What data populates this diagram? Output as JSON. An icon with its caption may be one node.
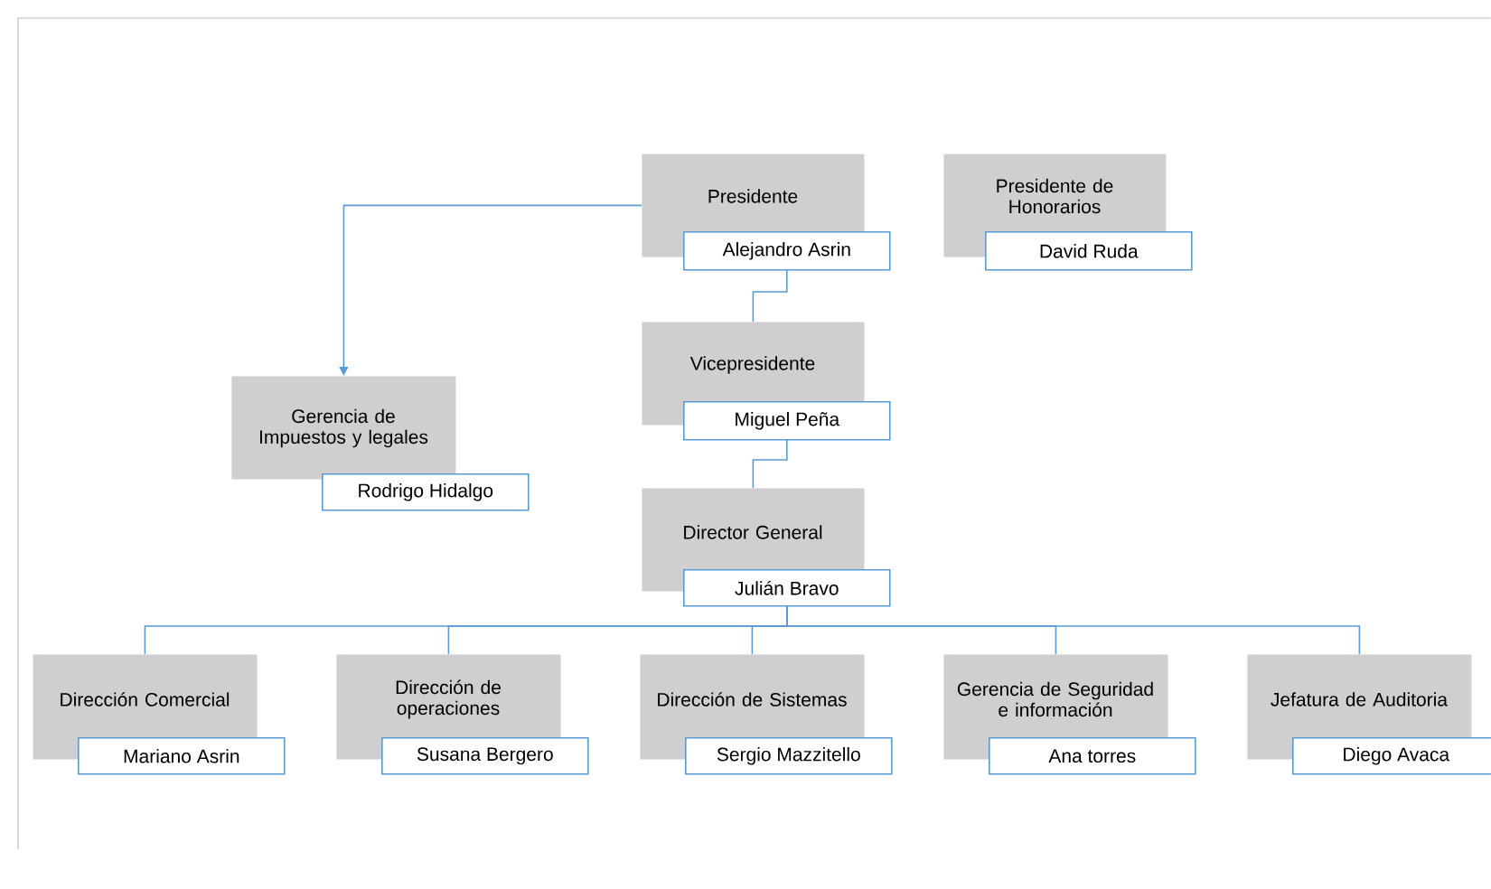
{
  "diagram": {
    "nodes": [
      {
        "text": [
          "Presidente",
          "Alejandro Asrin"
        ]
      },
      {
        "text": [
          "Presidente de Honorarios",
          "David Ruda"
        ]
      },
      {
        "text": [
          "Vicepresidente",
          "Miguel Peña"
        ]
      },
      {
        "text": [
          "Gerencia de Impuestos y legales",
          "Rodrigo Hidalgo"
        ]
      },
      {
        "text": [
          "Director General",
          "Julián Bravo"
        ]
      },
      {
        "text": [
          "Dirección Comercial",
          "Mariano Asrin"
        ]
      },
      {
        "text": [
          "Dirección de operaciones",
          "Susana Bergero"
        ]
      },
      {
        "text": [
          "Dirección de Sistemas",
          "Sergio Mazzitello"
        ]
      },
      {
        "text": [
          "Gerencia de Seguridad e información",
          "Ana torres"
        ]
      },
      {
        "text": [
          "Jefatura de Auditoria",
          "Diego Avaca"
        ]
      }
    ],
    "edges": [
      {
        "from": 0,
        "to": 3,
        "arrow": "to"
      },
      {
        "from": 0,
        "to": 2,
        "arrow": "none"
      },
      {
        "from": 2,
        "to": 4,
        "arrow": "none"
      },
      {
        "from": 4,
        "to": 5,
        "arrow": "none"
      },
      {
        "from": 4,
        "to": 6,
        "arrow": "none"
      },
      {
        "from": 4,
        "to": 7,
        "arrow": "none"
      },
      {
        "from": 4,
        "to": 8,
        "arrow": "none"
      },
      {
        "from": 4,
        "to": 9,
        "arrow": "none"
      }
    ]
  }
}
